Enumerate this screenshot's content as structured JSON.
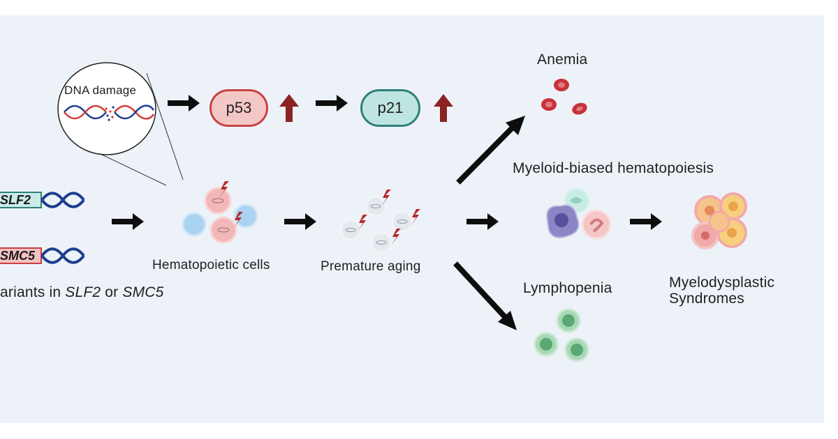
{
  "nodes": {
    "dna_damage": "DNA damage",
    "p53": "p53",
    "p21": "p21",
    "gene_slf2": "SLF2",
    "gene_smc5": "SMC5",
    "variants_prefix": "ariants in ",
    "variants_gene1": "SLF2",
    "variants_or": " or ",
    "variants_gene2": "SMC5",
    "hematopoietic_cells": "Hematopoietic cells",
    "premature_aging": "Premature aging",
    "anemia": "Anemia",
    "myeloid_biased": "Myeloid-biased hematopoiesis",
    "lymphopenia": "Lymphopenia",
    "mds_line1": "Myelodysplastic",
    "mds_line2": "Syndromes"
  },
  "colors": {
    "background": "#edf2f8",
    "p53_fill": "#f4c7c7",
    "p53_border": "#c8423f",
    "p21_fill": "#bfe5e0",
    "p21_border": "#2f7f78",
    "up_arrow": "#8b2323",
    "dna_blue": "#1f3d8f",
    "dna_red": "#d23b3b",
    "slf2_box": "#c9ece8",
    "smc5_box": "#f4c2c2",
    "rbc": "#c8323a",
    "lymph": "#5aa874"
  },
  "icons": [
    "dna-helix-icon",
    "lightning-bolt-icon",
    "up-arrow-icon",
    "right-arrow-icon",
    "red-blood-cell-icon",
    "lymphocyte-icon",
    "myeloid-cell-icon",
    "mds-cluster-icon"
  ]
}
